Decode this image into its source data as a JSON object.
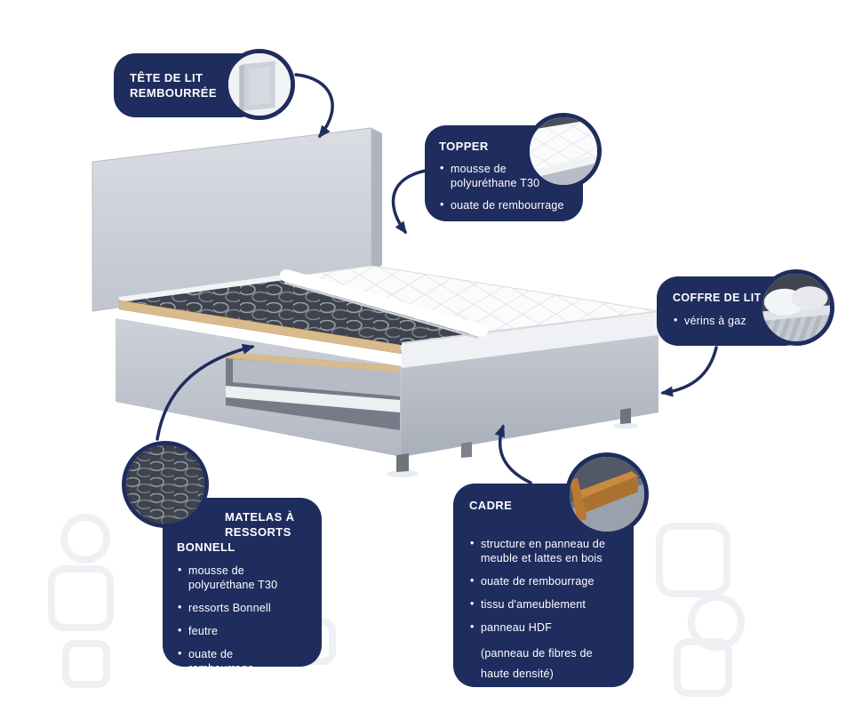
{
  "colors": {
    "navy": "#1f2c5e",
    "canvas_bg": "#ffffff",
    "text": "#ffffff",
    "bed_light_gray": "#d6d9df",
    "bed_dark_gray": "#aeb3bd",
    "wood": "#d9ba8c",
    "springs_dark": "#3e434d"
  },
  "callouts": {
    "headboard": {
      "title": "TÊTE DE LIT REMBOURRÉE"
    },
    "topper": {
      "title": "TOPPER",
      "bullets": [
        "mousse de polyuréthane T30",
        "ouate de rembourrage"
      ]
    },
    "storage": {
      "title": "COFFRE DE LIT",
      "bullets": [
        "vérins à gaz"
      ]
    },
    "mattress": {
      "title": "MATELAS À RESSORTS BONNELL",
      "bullets": [
        "mousse de polyuréthane T30",
        "ressorts Bonnell",
        "feutre",
        "ouate de rembourrage"
      ]
    },
    "frame": {
      "title": "CADRE",
      "bullets": [
        "structure en panneau de meuble et lattes en bois",
        "ouate de rembourrage",
        "tissu d'ameublement",
        "panneau HDF"
      ],
      "note": "(panneau de fibres de haute densité)"
    }
  },
  "badges": {
    "headboard": "upholstered-headboard-photo",
    "topper": "quilted-topper-photo",
    "storage": "open-bed-storage-photo",
    "mattress": "bonnell-springs-photo",
    "frame": "wood-frame-corner-photo"
  }
}
